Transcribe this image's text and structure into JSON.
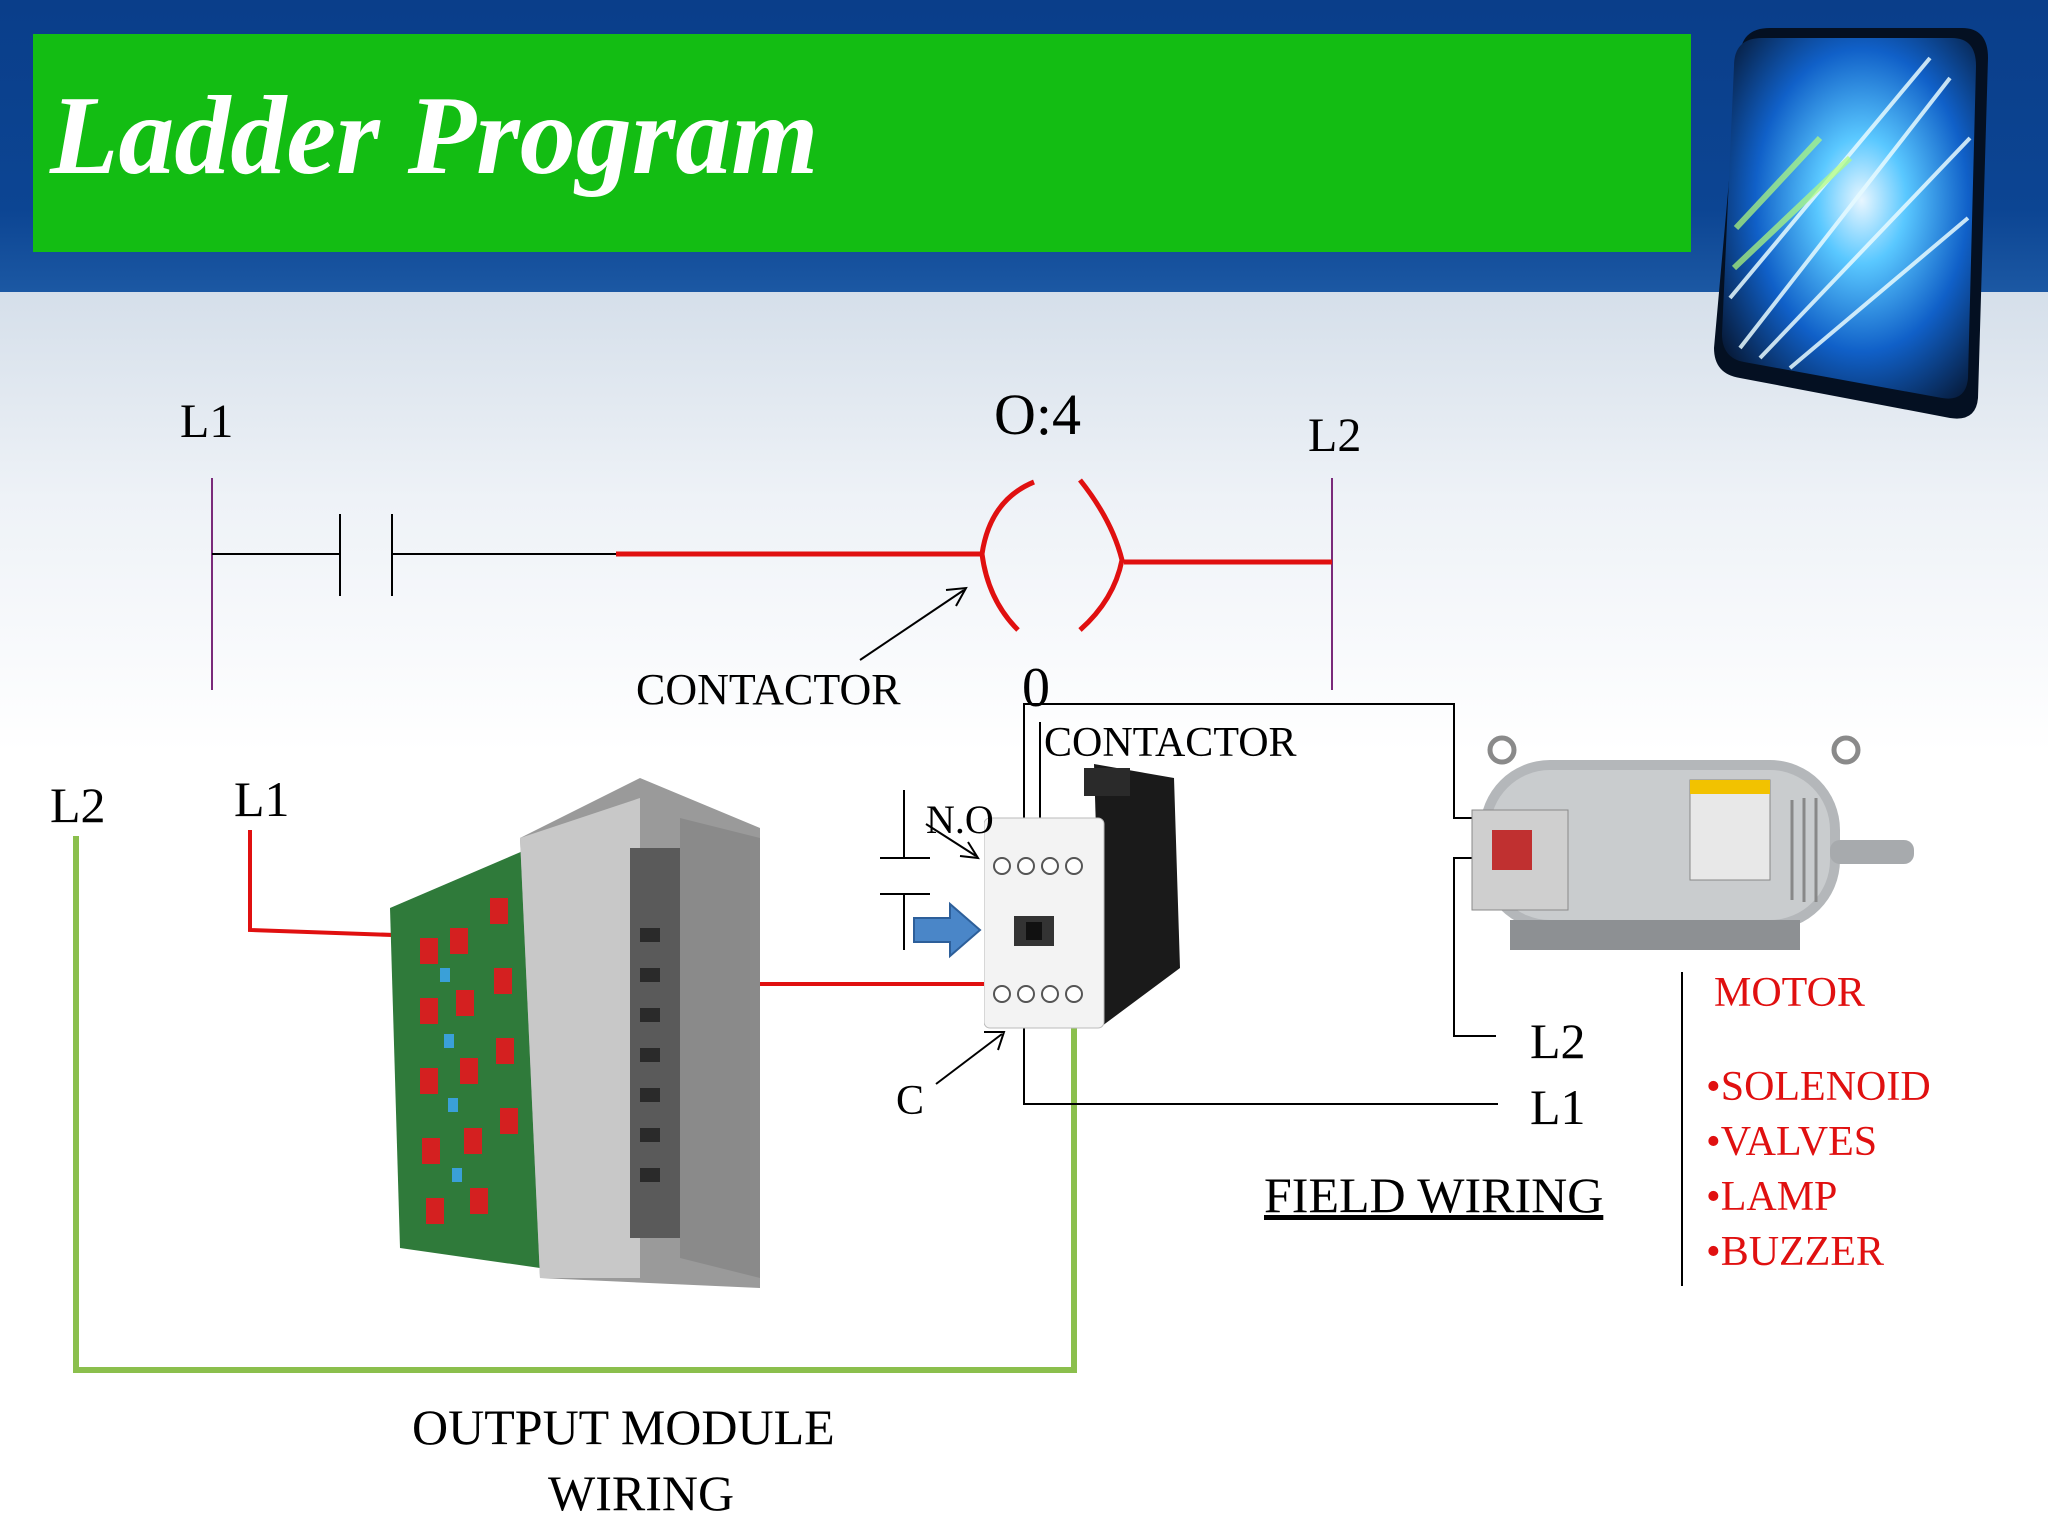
{
  "slide": {
    "title": "Ladder Program"
  },
  "ladder": {
    "left_rail": "L1",
    "right_rail": "L2",
    "output_address": "O:4",
    "output_bit": "0",
    "coil_caption": "CONTACTOR"
  },
  "module_wiring": {
    "l2": "L2",
    "l1": "L1",
    "caption_line1": "OUTPUT MODULE",
    "caption_line2": "WIRING"
  },
  "contactor": {
    "title": "CONTACTOR",
    "no_label": "N.O",
    "c_label": "C"
  },
  "field_wiring": {
    "caption": "FIELD  WIRING",
    "l2": "L2",
    "l1": "L1",
    "motor_label": "MOTOR",
    "loads": [
      "•SOLENOID",
      "•VALVES",
      "•LAMP",
      "•BUZZER"
    ]
  },
  "colors": {
    "title_bar": "#13bd13",
    "wire_red": "#e01010",
    "wire_green": "#8bbf4d",
    "accent_blue": "#4a86c8"
  }
}
